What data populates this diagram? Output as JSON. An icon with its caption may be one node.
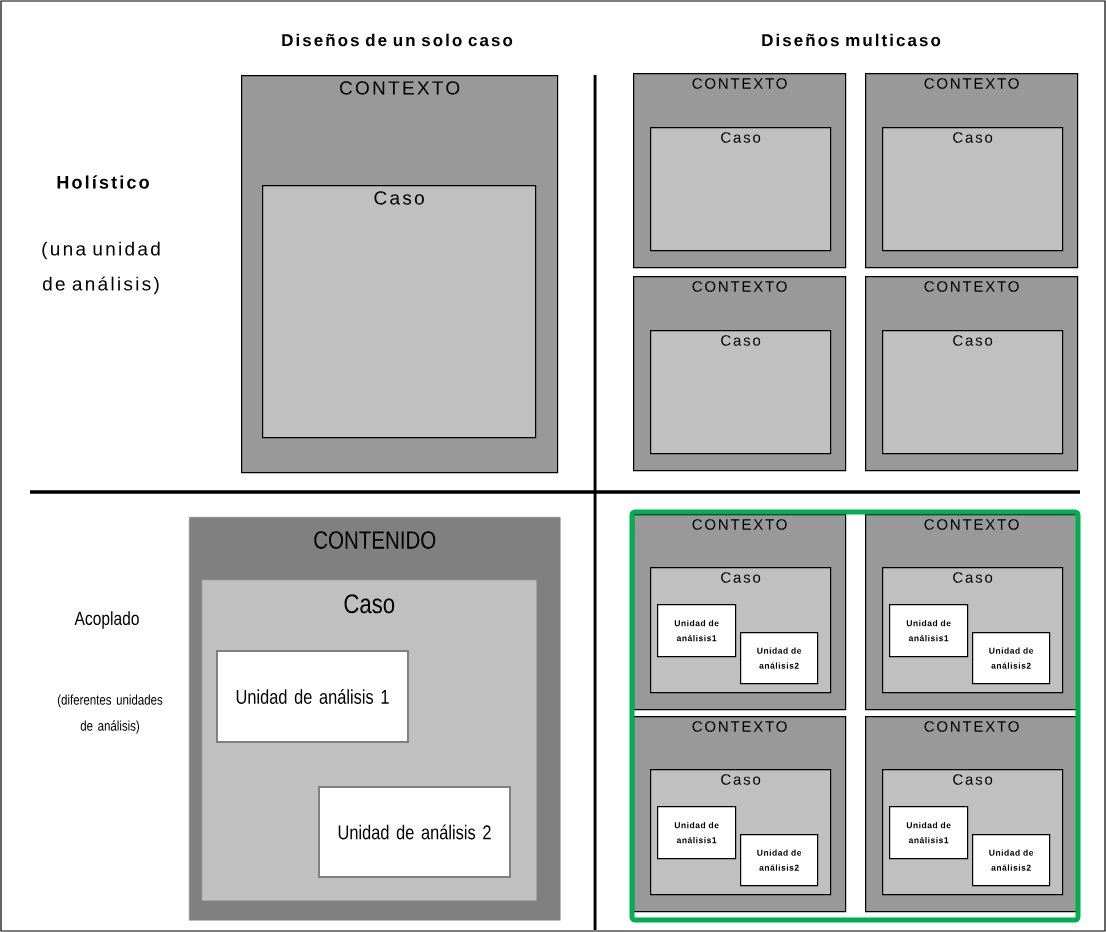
{
  "diagram": {
    "nodes": [
      {
        "text": [
          "CONTEXTO"
        ]
      },
      {
        "text": [
          "Caso"
        ],
        "in": 0
      },
      {
        "text": [
          "CONTEXTO"
        ]
      },
      {
        "text": [
          "Caso"
        ],
        "in": 2
      },
      {
        "text": [
          "CONTEXTO"
        ]
      },
      {
        "text": [
          "Caso"
        ],
        "in": 4
      },
      {
        "text": [
          "CONTEXTO"
        ]
      },
      {
        "text": [
          "Caso"
        ],
        "in": 6
      },
      {
        "text": [
          "CONTEXTO"
        ]
      },
      {
        "text": [
          "Caso"
        ],
        "in": 8
      },
      {
        "text": [
          "CONTENIDO"
        ]
      },
      {
        "text": [
          "Caso"
        ],
        "in": 10
      },
      {
        "text": [
          "Unidad de análisis 1"
        ],
        "in": 11
      },
      {
        "text": [
          "Unidad de análisis 2"
        ],
        "in": 11
      },
      {
        "text": [
          "CONTEXTO"
        ]
      },
      {
        "text": [
          "Caso"
        ],
        "in": 14
      },
      {
        "text": [
          "Unidad de análisis1"
        ],
        "in": 15
      },
      {
        "text": [
          "Unidad de análisis2"
        ],
        "in": 15
      },
      {
        "text": [
          "CONTEXTO"
        ]
      },
      {
        "text": [
          "Caso"
        ],
        "in": 18
      },
      {
        "text": [
          "Unidad de análisis1"
        ],
        "in": 19
      },
      {
        "text": [
          "Unidad de análisis2"
        ],
        "in": 19
      },
      {
        "text": [
          "CONTEXTO"
        ]
      },
      {
        "text": [
          "Caso"
        ],
        "in": 22
      },
      {
        "text": [
          "Unidad de análisis1"
        ],
        "in": 23
      },
      {
        "text": [
          "Unidad de análisis2"
        ],
        "in": 23
      },
      {
        "text": [
          "CONTEXTO"
        ]
      },
      {
        "text": [
          "Caso"
        ],
        "in": 26
      },
      {
        "text": [
          "Unidad de análisis1"
        ],
        "in": 27
      },
      {
        "text": [
          "Unidad de análisis2"
        ],
        "in": 27
      }
    ],
    "edges": [],
    "labels": [
      "Diseños de un solo caso",
      "Diseños multicaso",
      "Holístico",
      "(una unidad de análisis)",
      "Acoplado",
      "(diferentes unidades de análisis)"
    ]
  }
}
